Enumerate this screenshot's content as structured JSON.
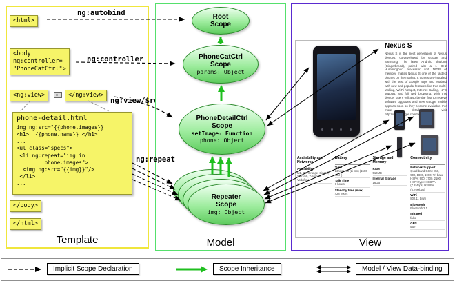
{
  "template_panel": {
    "label": "Template",
    "html_open": "<html>",
    "body_open": "<body\nng:controller=\n\"PhoneCatCtrl\">",
    "ng_view_open": "<ng:view>",
    "ng_view_close": "</ng:view>",
    "code_title": "phone-detail.html",
    "code": "img ng:src=\"{{phone.images}}\n<h1>  {{phone.name}} </h1>\n...\n<ul class=\"specs\">\n <li ng:repeat=\"img in\n         phone.images\">\n  <img ng:src=\"{{img}}\"/>\n </li>\n...",
    "body_close": "</body>",
    "html_close": "</html>",
    "label_autobind": "ng:autobind",
    "label_controller": "ng:controller",
    "label_view_route": "ng:view/$route",
    "label_repeat": "ng:repeat"
  },
  "model_panel": {
    "label": "Model",
    "root_scope_title": "Root\nScope",
    "phonecat_title": "PhoneCatCtrl\nScope",
    "phonecat_prop": "params: Object",
    "phonedetail_title": "PhoneDetailCtrl\nScope",
    "phonedetail_prop_bold": "setImage: Function",
    "phonedetail_prop": "phone: Object",
    "repeater_title": "Repeater\nScope",
    "repeater_prop": "img: Object"
  },
  "view_panel": {
    "label": "View",
    "phone_title": "Nexus S",
    "description": "Nexus S is the next generation of Nexus devices, co-developed by Google and Samsung. The latest Android platform (Gingerbread), paired with a 1 GHz Hummingbird processor and 16GB of memory, makes Nexus S one of the fastest phones on the market. It comes pre-installed with the best of Google apps and enabled with new and popular features like true multi-tasking, Wi-Fi hotspot, Internet Calling, NFC support, and full web browsing. With this device, users will also be the first to receive software upgrades and new Google mobile apps as soon as they become available. For more details, visit http://www.google.com/nexus.",
    "specs": [
      {
        "header": "Availability and Networks",
        "rows": [
          {
            "label": "Availability",
            "value": "M1, O2, Orange, Singtel, StarHub, T-Mobile, Vodafone"
          }
        ]
      },
      {
        "header": "Battery",
        "rows": [
          {
            "label": "Type",
            "value": "Lithium Ion (Li-Ion) (1500 mAH)"
          },
          {
            "label": "Talk Time",
            "value": "6 hours"
          },
          {
            "label": "Standby time (max)",
            "value": "428 hours"
          }
        ]
      },
      {
        "header": "Storage and Memory",
        "rows": [
          {
            "label": "RAM",
            "value": "512MB"
          },
          {
            "label": "Internal Storage",
            "value": "16GB"
          }
        ]
      },
      {
        "header": "Connectivity",
        "rows": [
          {
            "label": "Network Support",
            "value": "Quad-band GSM: 850, 900, 1800, 1900. Tri-band HSPA: 900, 1700, 2100. HSPA type: HSDPA (7.2Mbps) HSUPA (5.76Mbps)"
          },
          {
            "label": "WiFi",
            "value": "802.11 b/g/n"
          },
          {
            "label": "Bluetooth",
            "value": "Bluetooth 2.1"
          },
          {
            "label": "Infrared",
            "value": "false"
          },
          {
            "label": "GPS",
            "value": "true"
          }
        ]
      }
    ]
  },
  "legend": {
    "implicit": "Implicit Scope Declaration",
    "inheritance": "Scope Inheritance",
    "databinding": "Model / View Data-binding"
  },
  "colors": {
    "template_border": "#f0e63c",
    "model_border": "#55e06c",
    "view_border": "#5a2bd0",
    "scope_fill": "#9dec9d",
    "yellow_box": "#f6f468",
    "inheritance_arrow": "#1fbf1f"
  }
}
